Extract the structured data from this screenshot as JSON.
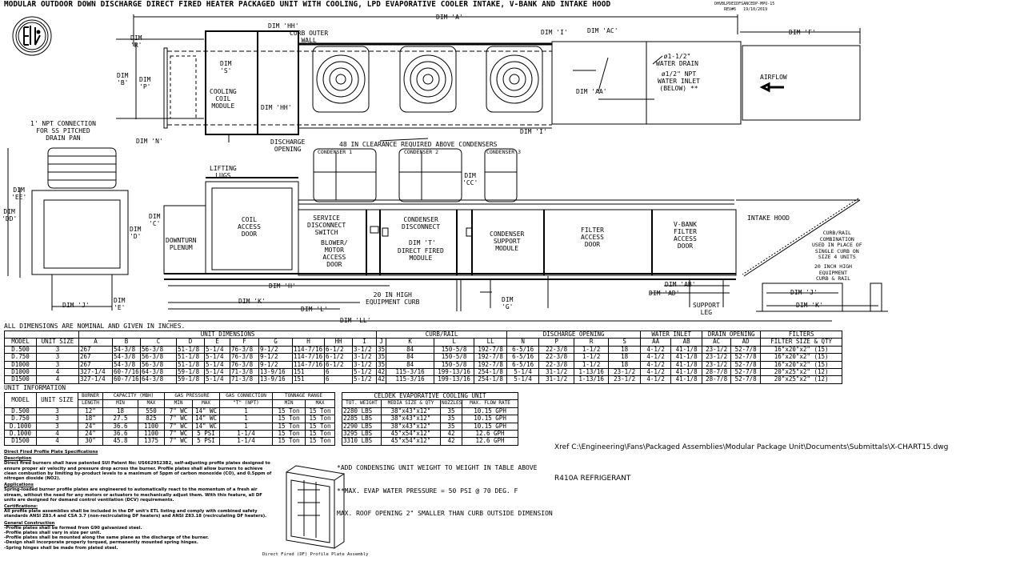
{
  "title": "MODULAR OUTDOOR DOWN DISCHARGE DIRECT FIRED HEATER PACKAGED UNIT WITH COOLING, LPD EVAPORATIVE COOLER INTAKE, V-BANK AND INTAKE HOOD",
  "drawing_no": "DHVBLPDEIDFSANCEDP-MPU-15",
  "revision": "REV#6   19/10/2019",
  "logo_text": "ETL LISTED",
  "labels": {
    "dim_a": "DIM 'A'",
    "dim_hh_top": "DIM 'HH'",
    "curb_wall": "CURB OUTER\nWALL",
    "dim_r": "DIM\n'R'",
    "dim_b": "DIM\n'B'",
    "dim_p": "DIM\n'P'",
    "dim_s": "DIM\n'S'",
    "cooling_coil": "COOLING\nCOIL\nMODULE",
    "dim_hh_mid": "DIM 'HH'",
    "npt": "1' NPT CONNECTION\nFOR SS PITCHED\nDRAIN PAN",
    "dim_n": "DIM 'N'",
    "discharge": "DISCHARGE\nOPENING",
    "dim_i_top": "DIM 'I'",
    "dim_ac": "DIM 'AC'",
    "dim_f": "DIM 'F'",
    "water_drain": "ø1-1/2\"\nWATER DRAIN",
    "water_inlet": "ø1/2\" NPT\nWATER INLET\n(BELOW) **",
    "dim_aa": "DIM 'AA'",
    "airflow": "AIRFLOW",
    "dim_i_bottom": "DIM 'I'",
    "clearance": "48 IN CLEARANCE REQUIRED ABOVE CONDENSERS",
    "condenser_1": "CONDENSER 1",
    "condenser_2": "CONDENSER 2",
    "condenser_3": "CONDENSER 3",
    "dim_cc": "DIM\n'CC'",
    "lifting_lugs": "LIFTING\nLUGS",
    "dim_ee": "DIM\n'EE'",
    "dim_dd": "DIM\n'DD'",
    "dim_d": "DIM\n'D'",
    "dim_c": "DIM\n'C'",
    "coil_access": "COIL\nACCESS\nDOOR",
    "downturn": "DOWNTURN\nPLENUM",
    "service_disconnect": "SERVICE\nDISCONNECT\nSWITCH",
    "blower": "BLOWER/\nMOTOR\nACCESS\nDOOR",
    "condenser_disconnect": "CONDENSER\nDISCONNECT",
    "dim_t": "DIM 'T'",
    "direct_fired": "DIRECT FIRED\nMODULE",
    "condenser_support": "CONDENSER\nSUPPORT\nMODULE",
    "filter_access": "FILTER\nACCESS\nDOOR",
    "vbank": "V-BANK\nFILTER\nACCESS\nDOOR",
    "intake_hood": "INTAKE HOOD",
    "curb_rail_combo": "CURB/RAIL\nCOMBINATION\nUSED IN PLACE OF\nSINGLE CURB ON\nSIZE 4 UNITS",
    "curb_rail_20": "20 INCH HIGH\nEQUIPMENT\nCURB & RAIL",
    "dim_j_right": "DIM 'J'",
    "dim_k_right": "DIM 'K'",
    "dim_ab": "DIM 'AB'",
    "dim_ad": "DIM 'AD'",
    "support_leg": "SUPPORT\nLEG",
    "dim_h": "DIM 'H'",
    "equipment_curb": "20 IN HIGH\nEQUIPMENT CURB",
    "dim_k": "DIM 'K'",
    "dim_l": "DIM 'L'",
    "dim_g": "DIM\n'G'",
    "dim_ll": "DIM 'LL'",
    "dim_j_left": "DIM 'J'",
    "dim_e": "DIM\n'E'"
  },
  "dim_note": "ALL DIMENSIONS ARE NOMINAL AND GIVEN IN INCHES.",
  "dim_table": {
    "groups": [
      {
        "label": "",
        "span": 2
      },
      {
        "label": "UNIT DIMENSIONS",
        "span": 10
      },
      {
        "label": "CURB/RAIL",
        "span": 4
      },
      {
        "label": "DISCHARGE OPENING",
        "span": 4
      },
      {
        "label": "WATER INLET",
        "span": 2
      },
      {
        "label": "DRAIN OPENING",
        "span": 2
      },
      {
        "label": "FILTERS",
        "span": 1
      }
    ],
    "columns": [
      "MODEL",
      "UNIT SIZE",
      "A",
      "B",
      "C",
      "D",
      "E",
      "F",
      "G",
      "H",
      "HH",
      "I",
      "J",
      "K",
      "L",
      "LL",
      "N",
      "P",
      "R",
      "S",
      "AA",
      "AB",
      "AC",
      "AD",
      "FILTER SIZE & QTY"
    ],
    "rows": [
      [
        "D.500",
        "3",
        "267",
        "54-3/8",
        "56-3/8",
        "51-1/8",
        "5-1/4",
        "76-3/8",
        "9-1/2",
        "114-7/16",
        "6-1/2",
        "3-1/2",
        "35",
        "84",
        "150-5/8",
        "192-7/8",
        "6-5/16",
        "22-3/8",
        "1-1/2",
        "18",
        "4-1/2",
        "41-1/8",
        "23-1/2",
        "52-7/8",
        "16\"x20\"x2\" (15)"
      ],
      [
        "D.750",
        "3",
        "267",
        "54-3/8",
        "56-3/8",
        "51-1/8",
        "5-1/4",
        "76-3/8",
        "9-1/2",
        "114-7/16",
        "6-1/2",
        "3-1/2",
        "35",
        "84",
        "150-5/8",
        "192-7/8",
        "6-5/16",
        "22-3/8",
        "1-1/2",
        "18",
        "4-1/2",
        "41-1/8",
        "23-1/2",
        "52-7/8",
        "16\"x20\"x2\" (15)"
      ],
      [
        "D1000",
        "3",
        "267",
        "54-3/8",
        "56-3/8",
        "51-1/8",
        "5-1/4",
        "76-3/8",
        "9-1/2",
        "114-7/16",
        "6-1/2",
        "3-1/2",
        "35",
        "84",
        "150-5/8",
        "192-7/8",
        "6-5/16",
        "22-3/8",
        "1-1/2",
        "18",
        "4-1/2",
        "41-1/8",
        "23-1/2",
        "52-7/8",
        "16\"x20\"x2\" (15)"
      ],
      [
        "D1000",
        "4",
        "327-1/4",
        "60-7/16",
        "64-3/8",
        "59-1/8",
        "5-1/4",
        "71-3/8",
        "13-9/16",
        "151",
        "6",
        "5-1/2",
        "42",
        "115-3/16",
        "199-13/16",
        "254-1/8",
        "5-1/4",
        "31-1/2",
        "1-13/16",
        "23-1/2",
        "4-1/2",
        "41-1/8",
        "28-7/8",
        "52-7/8",
        "20\"x25\"x2\" (12)"
      ],
      [
        "D1500",
        "4",
        "327-1/4",
        "60-7/16",
        "64-3/8",
        "59-1/8",
        "5-1/4",
        "71-3/8",
        "13-9/16",
        "151",
        "6",
        "5-1/2",
        "42",
        "115-3/16",
        "199-13/16",
        "254-1/8",
        "5-1/4",
        "31-1/2",
        "1-13/16",
        "23-1/2",
        "4-1/2",
        "41-1/8",
        "28-7/8",
        "52-7/8",
        "20\"x25\"x2\" (12)"
      ]
    ]
  },
  "unit_info": {
    "title": "UNIT INFORMATION",
    "head1": [
      {
        "label": "MODEL",
        "span": 1,
        "rows": 2
      },
      {
        "label": "UNIT SIZE",
        "span": 1,
        "rows": 2
      },
      {
        "label": "BURNER",
        "span": 1,
        "rows": 1
      },
      {
        "label": "CAPACITY (MBH)",
        "span": 2,
        "rows": 1
      },
      {
        "label": "GAS PRESSURE",
        "span": 2,
        "rows": 1
      },
      {
        "label": "GAS CONNECTION",
        "span": 1,
        "rows": 1
      },
      {
        "label": "TONNAGE RANGE",
        "span": 2,
        "rows": 1
      }
    ],
    "head2": [
      "LENGTH",
      "MIN",
      "MAX",
      "MIN",
      "MAX",
      "\"T\" (NPT)",
      "MIN",
      "MAX"
    ],
    "rows": [
      [
        "D.500",
        "3",
        "12\"",
        "18",
        "550",
        "7\" WC",
        "14\" WC",
        "1",
        "15 Ton",
        "15 Ton"
      ],
      [
        "D.750",
        "3",
        "18\"",
        "27.5",
        "825",
        "7\" WC",
        "14\" WC",
        "1",
        "15 Ton",
        "15 Ton"
      ],
      [
        "D.1000",
        "3",
        "24\"",
        "36.6",
        "1100",
        "7\" WC",
        "14\" WC",
        "1",
        "15 Ton",
        "15 Ton"
      ],
      [
        "D.1000",
        "4",
        "24\"",
        "36.6",
        "1100",
        "7\" WC",
        "5 PSI",
        "1-1/4",
        "15 Ton",
        "15 Ton"
      ],
      [
        "D1500",
        "4",
        "30\"",
        "45.8",
        "1375",
        "7\" WC",
        "5 PSI",
        "1-1/4",
        "15 Ton",
        "15 Ton"
      ]
    ]
  },
  "celdek": {
    "title": "CELDEK EVAPORATIVE COOLING UNIT",
    "columns": [
      "TOT. WEIGHT",
      "MEDIA SIZE & QTY",
      "NOZZLES",
      "MAX. FLOW RATE"
    ],
    "rows": [
      [
        "2280 LBS",
        "38\"x43\"x12\"",
        "35",
        "10.15 GPH"
      ],
      [
        "2285 LBS",
        "38\"x43\"x12\"",
        "35",
        "10.15 GPH"
      ],
      [
        "2290 LBS",
        "38\"x43\"x12\"",
        "35",
        "10.15 GPH"
      ],
      [
        "3295 LBS",
        "45\"x54\"x12\"",
        "42",
        "12.6 GPH"
      ],
      [
        "3310 LBS",
        "45\"x54\"x12\"",
        "42",
        "12.6 GPH"
      ]
    ]
  },
  "footnotes": [
    "*ADD CONDENSING UNIT WEIGHT TO WEIGHT IN TABLE ABOVE",
    "**MAX. EVAP WATER PRESSURE = 50 PSI @ 70 DEG. F",
    "MAX. ROOF OPENING 2\" SMALLER THAN CURB OUTSIDE DIMENSION"
  ],
  "xref": "Xref C:\\Engineering\\Fans\\Packaged Assemblies\\Modular Package Unit\\Documents\\Submittals\\X-CHART15.dwg",
  "refrigerant": "R410A REFRIGERANT",
  "spec": {
    "title": "Direct Fired Profile Plate Specifications",
    "sections": [
      {
        "heading": "Description",
        "body": "Direct fired burners shall have patented SUI Patent No: US6629523B2, self-adjusting profile plates designed to ensure proper air velocity and pressure drop across the burner. Profile plates shall allow burners to achieve clean combustion by limiting by-product levels to a maximum of 5ppm of carbon monoxide (CO), and 0.5ppm of nitrogen dioxide (NO2)."
      },
      {
        "heading": "Applications",
        "body": "Spring-loaded burner profile plates are engineered to automatically react to the momentum of a fresh air stream, without the need for any motors or actuators to mechanically adjust them. With this feature, all DF units are designed for demand control ventilation (DCV) requirements."
      },
      {
        "heading": "Certifications:",
        "body": "All profile plate assemblies shall be included in the DF unit's ETL listing and comply with combined safety standards ANSI Z83.4 and CSA 3.7 (non-recirculating DF heaters) and ANSI Z83.18 (recirculating DF heaters)."
      },
      {
        "heading": "General Construction",
        "body": "-Profile plates shall be formed from G90 galvanized steel.\n-Profile plates shall vary in size per unit.\n-Profile plates shall be mounted along the same plane as the discharge of the burner.\n-Design shall incorporate properly torqued, permanently mounted spring hinges.\n-Spring hinges shall be made from plated steel."
      }
    ]
  },
  "plate_caption": "Direct Fired (DF) Profile Plate Assembly"
}
